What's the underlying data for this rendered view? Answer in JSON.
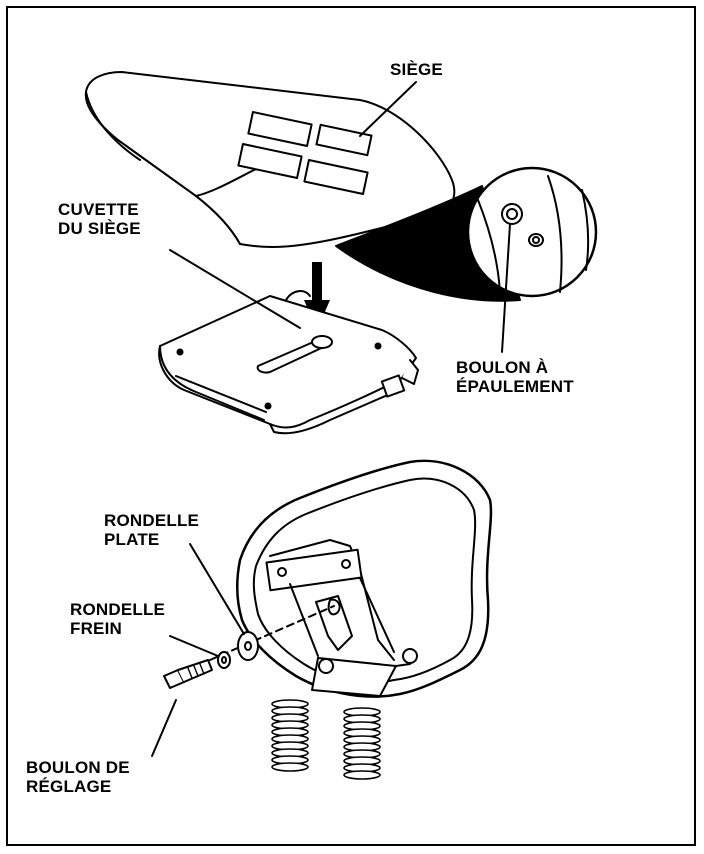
{
  "labels": {
    "seat": "SIÈGE",
    "seat_pan": [
      "CUVETTE",
      "DU SIÈGE"
    ],
    "shoulder_bolt": [
      "BOULON À",
      "ÉPAULEMENT"
    ],
    "flat_washer": [
      "RONDELLE",
      "PLATE"
    ],
    "lock_washer": [
      "RONDELLE",
      "FREIN"
    ],
    "adjust_bolt": [
      "BOULON DE",
      "RÉGLAGE"
    ]
  },
  "colors": {
    "line": "#000000",
    "fill": "#ffffff"
  }
}
